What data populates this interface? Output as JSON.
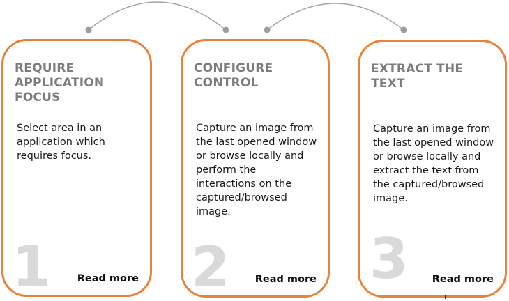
{
  "colors": {
    "accent": "#e8833d",
    "title": "#7c7c7c",
    "body": "#1a1a1a",
    "number": "#d9d9d9",
    "connector": "#9e9e9e"
  },
  "cards": [
    {
      "number": "1",
      "title": "REQUIRE\nAPPLICATION\nFOCUS",
      "body": "Select area in an\napplication which\nrequires focus.",
      "read_more": "Read more"
    },
    {
      "number": "2",
      "title": "CONFIGURE\nCONTROL",
      "body": "Capture an image from\nthe last opened window\nor browse locally and\nperform the\ninteractions on the\ncaptured/browsed\nimage.",
      "read_more": "Read more"
    },
    {
      "number": "3",
      "title": "EXTRACT THE\nTEXT",
      "body": "Capture an image from\nthe last opened window\nor browse locally and\nextract the text from\nthe captured/browsed\nimage.",
      "read_more": "Read more"
    }
  ]
}
